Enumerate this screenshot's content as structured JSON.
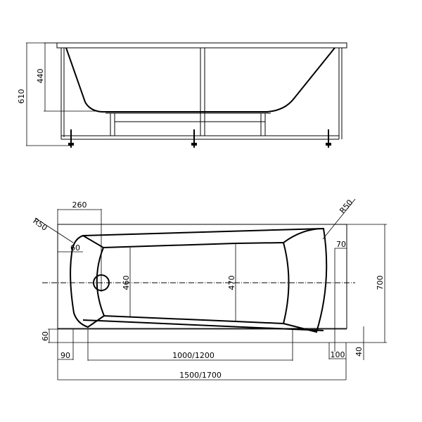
{
  "drawing": {
    "subject": "Bathtub technical drawing",
    "stroke_color": "#000000",
    "background_color": "#ffffff"
  },
  "side_view": {
    "dimensions": {
      "total_height": "610",
      "bowl_depth": "440"
    }
  },
  "top_view": {
    "dimensions": {
      "drain_offset": "260",
      "radius_left": "R50",
      "radius_right": "R50",
      "left_wall": "60",
      "right_wall": "70",
      "width_left": "460",
      "width_right": "470",
      "total_width": "700",
      "bottom_rim": "60",
      "left_offset": "90",
      "inner_length": "1000/1200",
      "right_offset": "100",
      "bottom_right": "40",
      "total_length": "1500/1700"
    }
  }
}
